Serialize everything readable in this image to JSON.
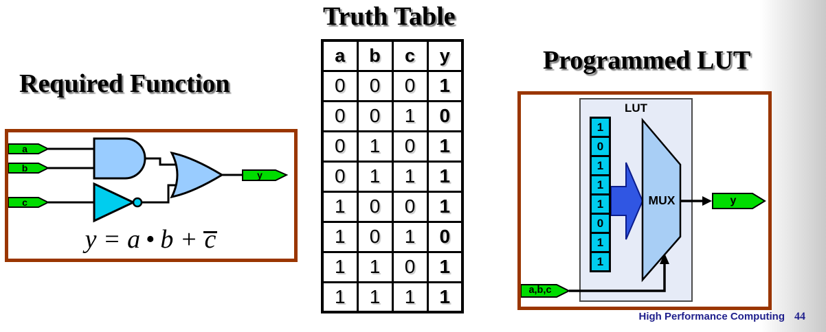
{
  "colors": {
    "border_brown": "#9a3600",
    "gate_blue": "#99ccff",
    "mux_blue": "#a8cef5",
    "not_cyan": "#00cdee",
    "cell_cyan": "#00cdee",
    "tag_green": "#00dc00",
    "arrow_blue": "#3056e3",
    "footer_navy": "#1f1f8c"
  },
  "required_function": {
    "title": "Required Function",
    "inputs": [
      "a",
      "b",
      "c"
    ],
    "output": "y",
    "equation": {
      "p1": "y = a",
      "bullet": "•",
      "p2": "b +",
      "neg": "c"
    }
  },
  "truth_table": {
    "title": "Truth Table",
    "headers": [
      "a",
      "b",
      "c",
      "y"
    ],
    "rows": [
      [
        "0",
        "0",
        "0",
        "1"
      ],
      [
        "0",
        "0",
        "1",
        "0"
      ],
      [
        "0",
        "1",
        "0",
        "1"
      ],
      [
        "0",
        "1",
        "1",
        "1"
      ],
      [
        "1",
        "0",
        "0",
        "1"
      ],
      [
        "1",
        "0",
        "1",
        "0"
      ],
      [
        "1",
        "1",
        "0",
        "1"
      ],
      [
        "1",
        "1",
        "1",
        "1"
      ]
    ]
  },
  "programmed_lut": {
    "title": "Programmed LUT",
    "lut_label": "LUT",
    "mux_label": "MUX",
    "input_label": "a,b,c",
    "output_label": "y",
    "cells": [
      "1",
      "0",
      "1",
      "1",
      "1",
      "0",
      "1",
      "1"
    ]
  },
  "footer": {
    "text": "High Performance Computing",
    "page": "44"
  }
}
